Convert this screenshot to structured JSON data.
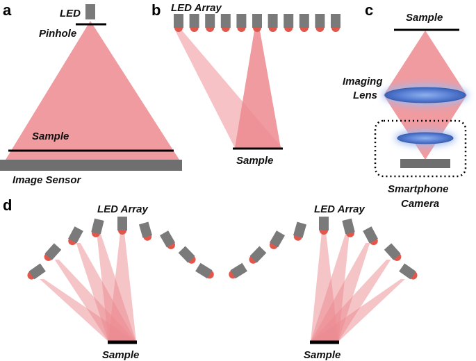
{
  "colors": {
    "beam": "#ec8a8f",
    "beam_light": "#f4b3b6",
    "led_body": "#7a7a7a",
    "led_tip": "#e2574c",
    "sensor": "#6f6f6f",
    "lens_core": "#5b82d6",
    "lens_glow": "#c9d8f5",
    "line": "#000000"
  },
  "panel_a": {
    "letter": "a",
    "led_label": "LED",
    "pinhole_label": "Pinhole",
    "sample_label": "Sample",
    "sensor_label": "Image Sensor"
  },
  "panel_b": {
    "letter": "b",
    "array_label": "LED Array",
    "sample_label": "Sample"
  },
  "panel_c": {
    "letter": "c",
    "sample_label": "Sample",
    "lens_label_line1": "Imaging",
    "lens_label_line2": "Lens",
    "camera_label_line1": "Smartphone",
    "camera_label_line2": "Camera"
  },
  "panel_d": {
    "letter": "d",
    "left_array_label": "LED Array",
    "right_array_label": "LED Array",
    "left_sample_label": "Sample",
    "right_sample_label": "Sample"
  }
}
